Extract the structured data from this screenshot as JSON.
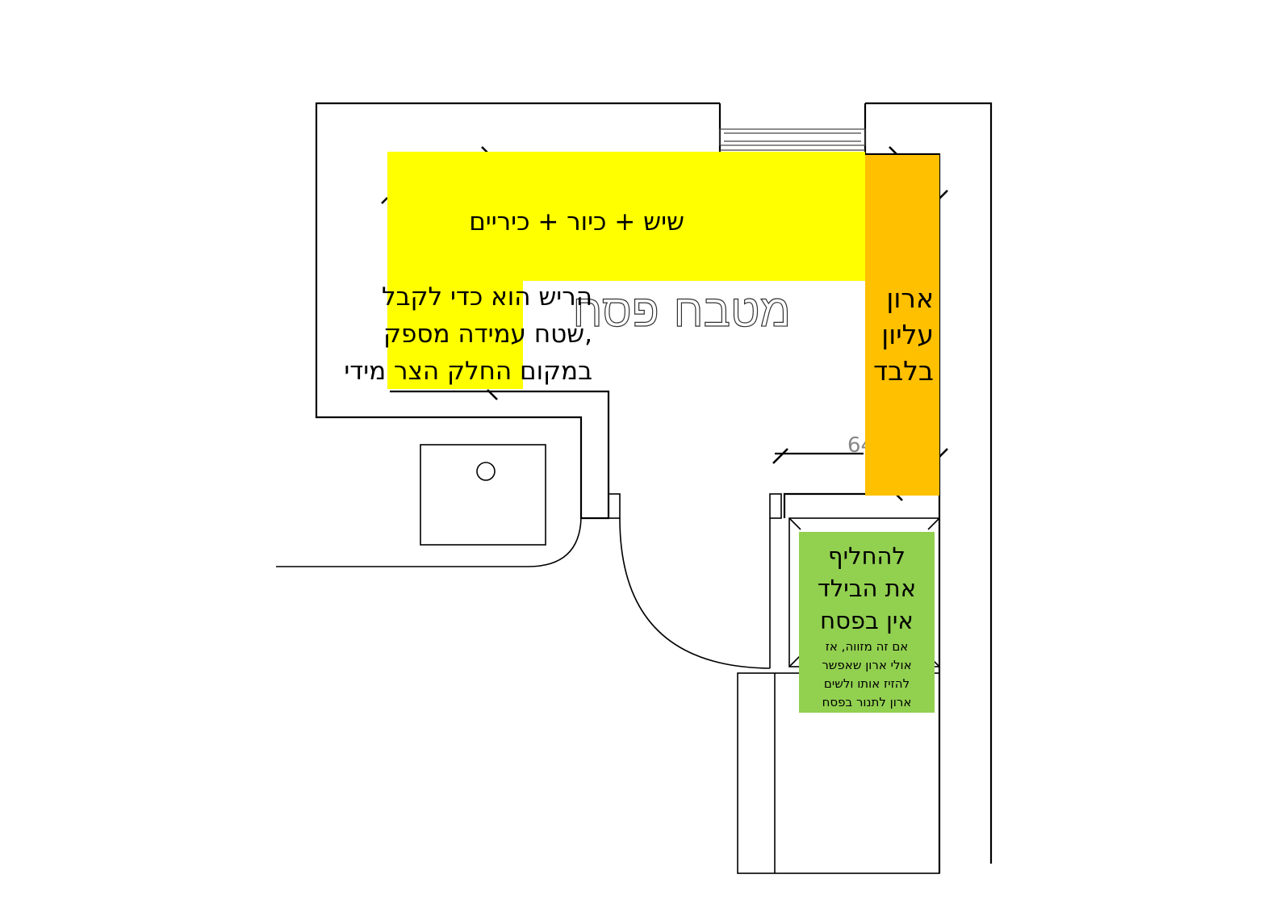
{
  "diagram": {
    "title": "מטבח פסח",
    "dimension_label": "64",
    "notes": {
      "counter_sink_stoves": "שיש + כיור + כיריים",
      "counter_explanation": [
        "הריש הוא כדי לקבל",
        "שטח עמידה מספק,",
        "במקום החלק הצר מידי"
      ],
      "upper_cabinet": [
        "ארון",
        "עליון",
        "בלבד"
      ],
      "replace_built_in": [
        "להחליף",
        "את הבילד",
        "אין בפסח"
      ],
      "fridge_note": [
        "אם זה מזווה,  אז",
        "אולי ארון שאפשר",
        "להזיז אותו ולשים",
        "ארון לתנור בפסח"
      ]
    },
    "colors": {
      "counter_yellow": "#ffff00",
      "cabinet_orange": "#ffc000",
      "note_green": "#92d050",
      "wall": "#000000"
    }
  }
}
